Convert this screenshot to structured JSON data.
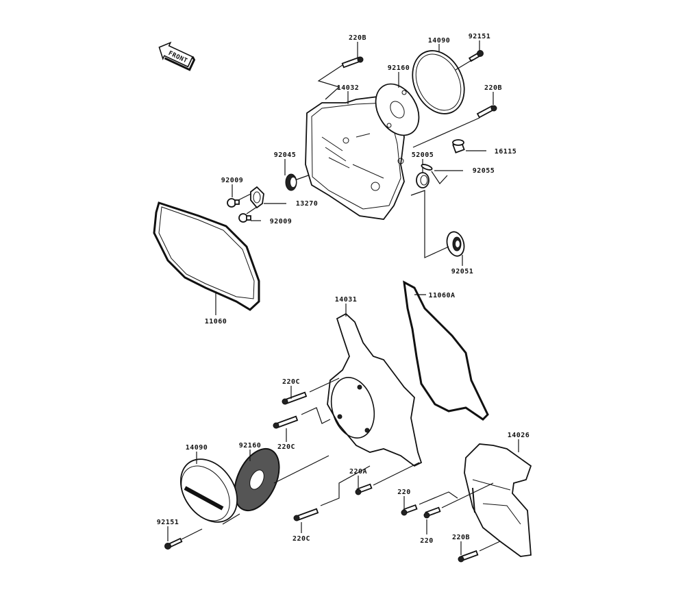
{
  "title": "Engine Cover(s) parts diagram",
  "front_arrow": "FRONT",
  "labels": {
    "bolt_220b_top": "220B",
    "cover_14090_top": "14090",
    "bolt_92151_top": "92151",
    "gasket_92160_top": "92160",
    "cover_14032": "14032",
    "bolt_220b_right": "220B",
    "seal_92045": "92045",
    "seal_52005": "52005",
    "plug_16115": "16115",
    "oring_92055": "92055",
    "bolt_92009_a": "92009",
    "plate_13270": "13270",
    "bolt_92009_b": "92009",
    "bearing_92051": "92051",
    "cover_14031": "14031",
    "gasket_11060a": "11060A",
    "gasket_11060": "11060",
    "bolt_220c_a": "220C",
    "bolt_220c_b": "220C",
    "gasket_92160_bottom": "92160",
    "cover_14090_bottom": "14090",
    "cover_14026": "14026",
    "bolt_220a": "220A",
    "bolt_220_a": "220",
    "bolt_220_b": "220",
    "bolt_220c_c": "220C",
    "bolt_92151_bottom": "92151",
    "bolt_220b_bottom": "220B"
  }
}
